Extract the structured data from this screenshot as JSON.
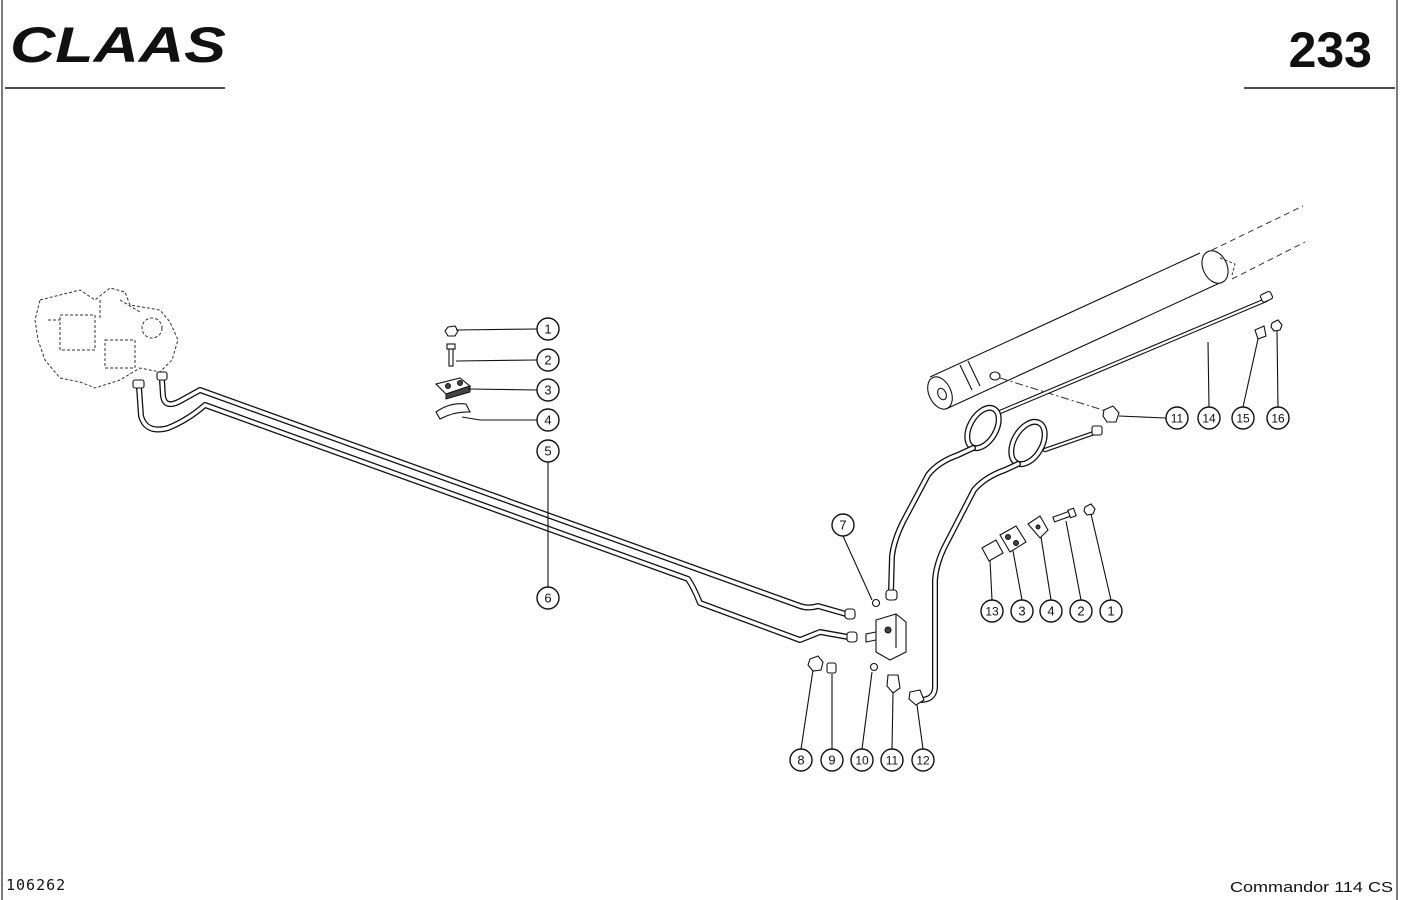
{
  "header": {
    "logo": "CLAAS",
    "page_number": "233"
  },
  "footer": {
    "drawing_number": "106262",
    "model": "Commandor 114 CS"
  },
  "callouts": [
    "1",
    "2",
    "3",
    "4",
    "5",
    "6",
    "7",
    "8",
    "9",
    "10",
    "11",
    "12",
    "13",
    "3",
    "4",
    "2",
    "1",
    "11",
    "14",
    "15",
    "16"
  ]
}
